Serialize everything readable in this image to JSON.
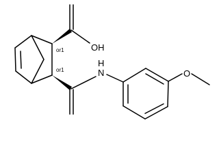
{
  "molecule": {
    "atom_labels": {
      "hydroxyl": "OH",
      "amide_nh": "H",
      "amide_n": "N",
      "methoxy_o": "O"
    },
    "stereo_labels": {
      "upper": "or1",
      "lower": "or1"
    }
  }
}
